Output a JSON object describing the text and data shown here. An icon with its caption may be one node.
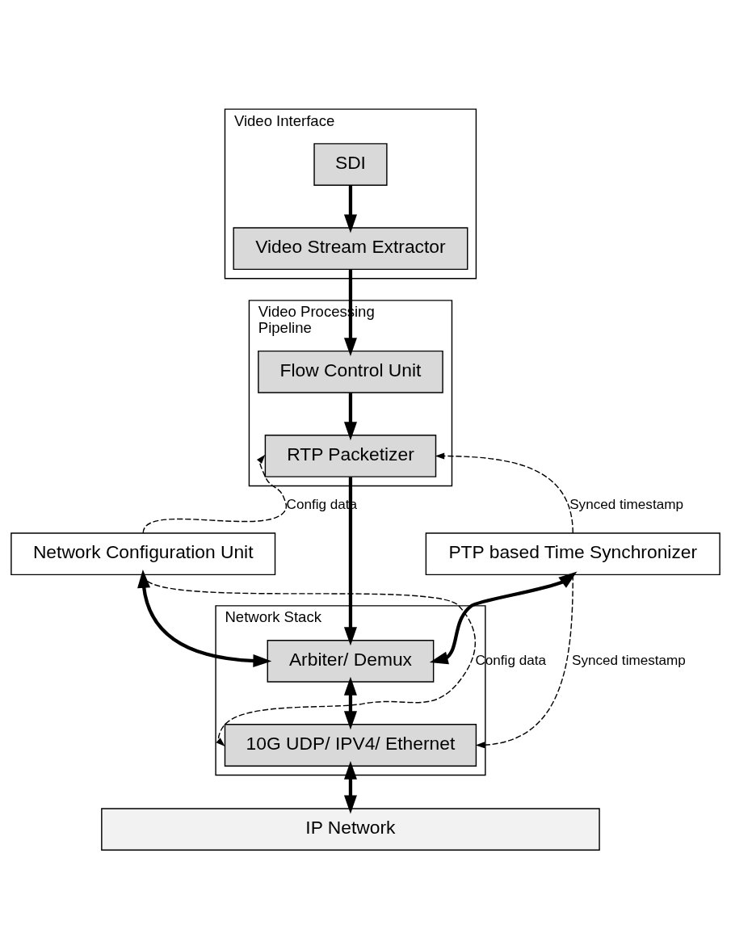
{
  "diagram": {
    "nodes": [
      {
        "text": [
          "Video Interface"
        ]
      },
      {
        "text": [
          "SDI"
        ],
        "in": 0
      },
      {
        "text": [
          "Video Stream Extractor"
        ],
        "in": 0
      },
      {
        "text": [
          "Video Processing Pipeline"
        ]
      },
      {
        "text": [
          "Flow Control Unit"
        ],
        "in": 3
      },
      {
        "text": [
          "RTP Packetizer"
        ],
        "in": 3
      },
      {
        "text": [
          "Network Configuration Unit"
        ]
      },
      {
        "text": [
          "Network Stack"
        ]
      },
      {
        "text": [
          "Arbiter/ Demux"
        ],
        "in": 7
      },
      {
        "text": [
          "10G UDP/ IPV4/ Ethernet"
        ],
        "in": 7
      },
      {
        "text": [
          "PTP based Time Synchronizer"
        ]
      },
      {
        "text": [
          "IP Network"
        ]
      }
    ],
    "edges": [
      {
        "from": 1,
        "to": 2,
        "arrow": "to"
      },
      {
        "from": 2,
        "to": 4,
        "arrow": "to"
      },
      {
        "from": 4,
        "to": 5,
        "arrow": "to"
      },
      {
        "from": 6,
        "to": 5,
        "arrow": "to",
        "style": "dashed",
        "label": "Config data"
      },
      {
        "from": 10,
        "to": 5,
        "arrow": "to",
        "style": "dashed",
        "label": "Synced timestamp"
      },
      {
        "from": 5,
        "to": 8,
        "arrow": "to"
      },
      {
        "from": 6,
        "to": 8,
        "arrow": "both"
      },
      {
        "from": 10,
        "to": 8,
        "arrow": "both"
      },
      {
        "from": 8,
        "to": 9,
        "arrow": "both"
      },
      {
        "from": 6,
        "to": 9,
        "arrow": "to",
        "style": "dashed",
        "label": "Config data"
      },
      {
        "from": 10,
        "to": 9,
        "arrow": "to",
        "style": "dashed",
        "label": "Synced timestamp"
      },
      {
        "from": 9,
        "to": 11,
        "arrow": "both"
      }
    ]
  }
}
